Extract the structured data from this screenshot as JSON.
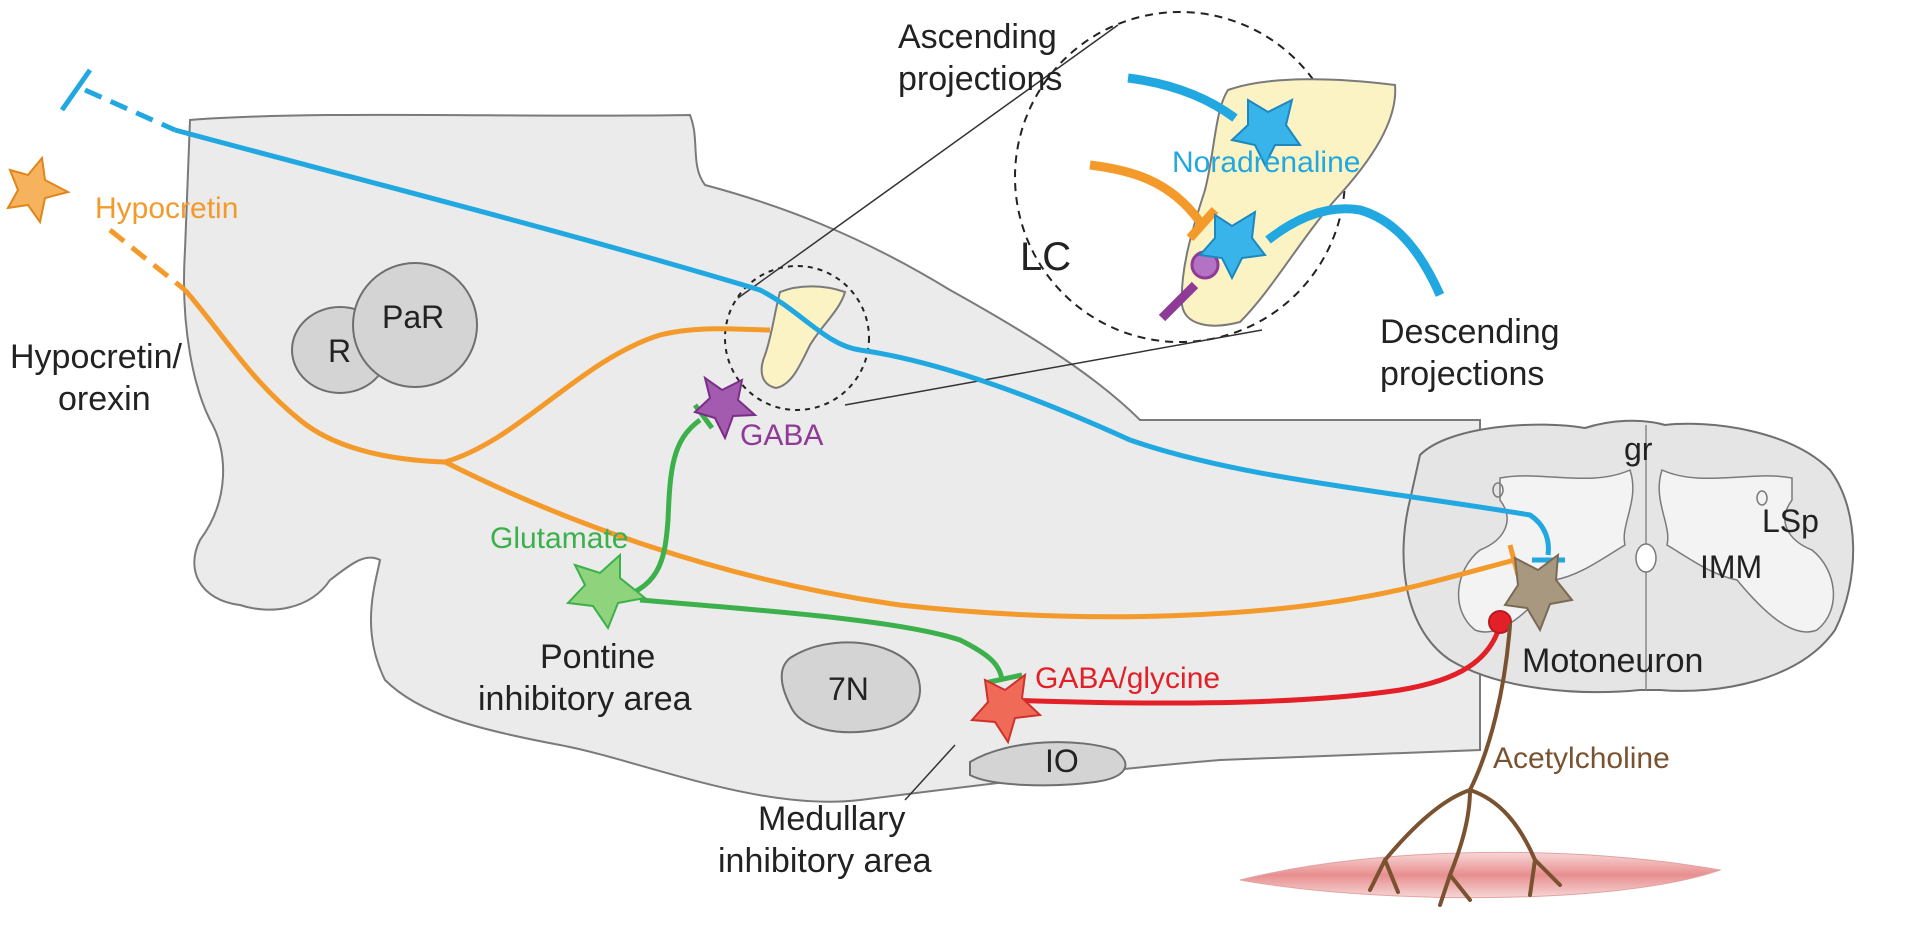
{
  "labels": {
    "hypocretin": "Hypocretin",
    "hypocretin_orexin_line1": "Hypocretin/",
    "hypocretin_orexin_line2": "orexin",
    "ascending_line1": "Ascending",
    "ascending_line2": "projections",
    "descending_line1": "Descending",
    "descending_line2": "projections",
    "noradrenaline": "Noradrenaline",
    "lc": "LC",
    "gaba": "GABA",
    "glutamate": "Glutamate",
    "pontine_line1": "Pontine",
    "pontine_line2": "inhibitory area",
    "gaba_glycine": "GABA/glycine",
    "medullary_line1": "Medullary",
    "medullary_line2": "inhibitory area",
    "acetylcholine": "Acetylcholine",
    "motoneuron": "Motoneuron",
    "r": "R",
    "par": "PaR",
    "seven_n": "7N",
    "io": "IO",
    "gr": "gr",
    "lsp": "LSp",
    "imm": "IMM"
  },
  "colors": {
    "hypocretin": "#f39a2b",
    "noradrenaline": "#22a8e0",
    "gaba": "#8e3a96",
    "glutamate": "#3cb04a",
    "gaba_glycine": "#e32028",
    "acetylcholine": "#7a5230",
    "brainstem_fill": "#e9e9e9",
    "nucleus_fill": "#d2d2d2",
    "lc_fill": "#fbf3c4"
  }
}
